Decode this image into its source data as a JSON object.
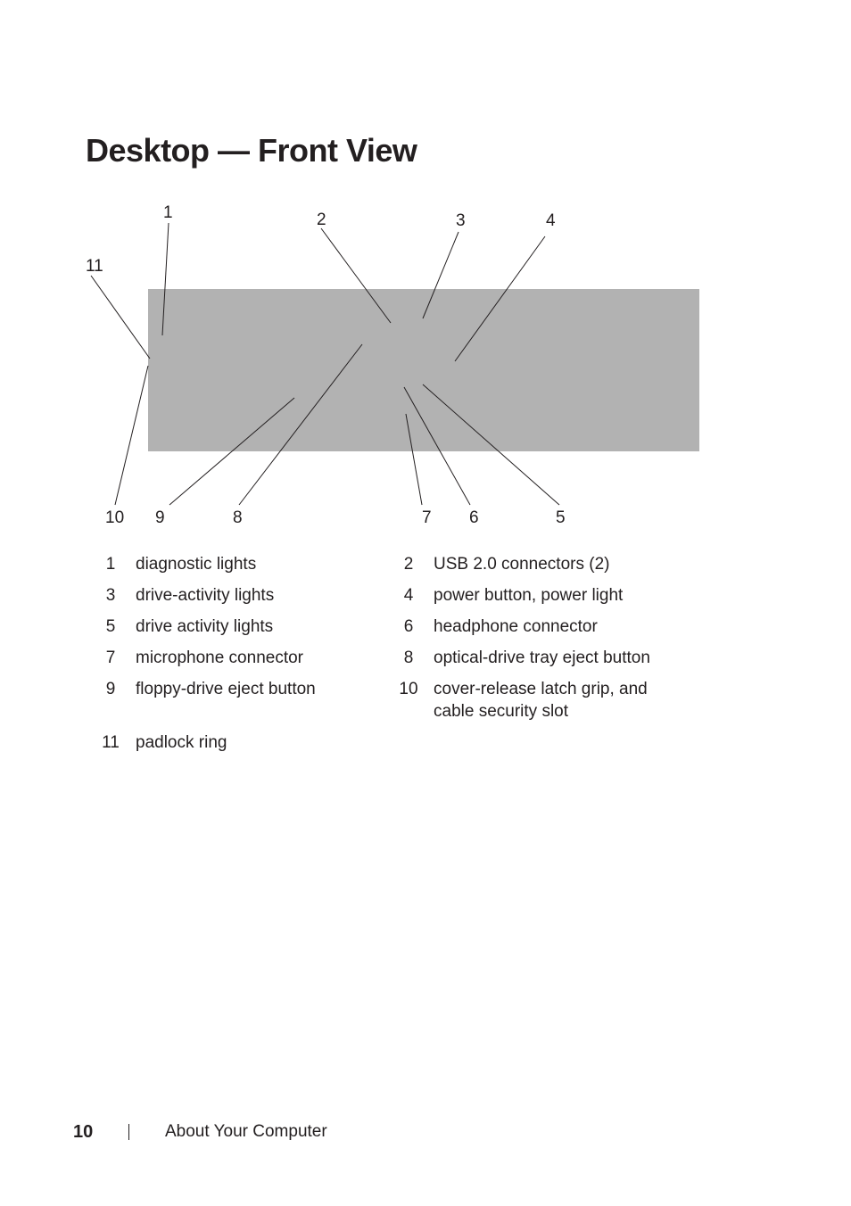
{
  "page": {
    "title": "Desktop — Front View",
    "footer_page_number": "10",
    "footer_text": "About Your Computer"
  },
  "figure": {
    "panel_color": "#b2b2b2",
    "callout_numbers": [
      "1",
      "2",
      "3",
      "4",
      "5",
      "6",
      "7",
      "8",
      "9",
      "10",
      "11"
    ]
  },
  "legend": [
    [
      {
        "num": "1",
        "text": "diagnostic lights"
      },
      {
        "num": "2",
        "text": "USB 2.0 connectors (2)"
      }
    ],
    [
      {
        "num": "3",
        "text": "drive-activity lights"
      },
      {
        "num": "4",
        "text": "power button, power light"
      }
    ],
    [
      {
        "num": "5",
        "text": "drive activity lights"
      },
      {
        "num": "6",
        "text": "headphone connector"
      }
    ],
    [
      {
        "num": "7",
        "text": "microphone connector"
      },
      {
        "num": "8",
        "text": "optical-drive tray eject button"
      }
    ],
    [
      {
        "num": "9",
        "text": "floppy-drive eject button"
      },
      {
        "num": "10",
        "text": "cover-release latch grip, and cable security slot"
      }
    ],
    [
      {
        "num": "11",
        "text": "padlock ring"
      }
    ]
  ]
}
